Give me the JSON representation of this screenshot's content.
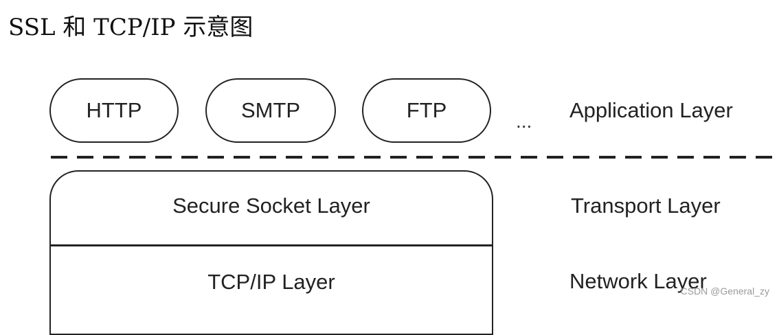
{
  "title": "SSL 和 TCP/IP 示意图",
  "application_protocols": [
    "HTTP",
    "SMTP",
    "FTP"
  ],
  "ellipsis": "...",
  "stack": {
    "ssl_label": "Secure Socket Layer",
    "tcpip_label": "TCP/IP Layer"
  },
  "layer_labels": {
    "application": "Application Layer",
    "transport": "Transport Layer",
    "network": "Network Layer"
  },
  "watermark": "CSDN @General_zy"
}
